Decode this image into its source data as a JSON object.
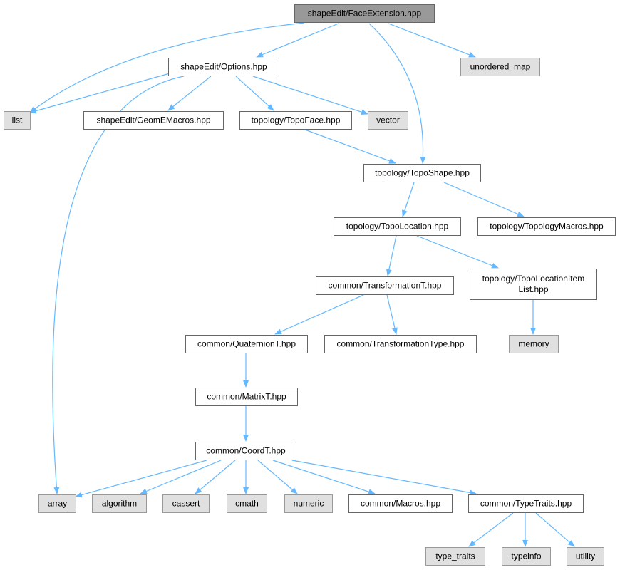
{
  "colors": {
    "edge": "#63b8ff",
    "root_fill": "#999999",
    "root_border": "#666666",
    "documented_fill": "#ffffff",
    "documented_border": "#666666",
    "external_fill": "#e0e0e0",
    "external_border": "#999999"
  },
  "nodes": [
    {
      "id": "face_extension",
      "label": "shapeEdit/FaceExtension.hpp",
      "kind": "root"
    },
    {
      "id": "options",
      "label": "shapeEdit/Options.hpp",
      "kind": "documented"
    },
    {
      "id": "unordered_map",
      "label": "unordered_map",
      "kind": "external"
    },
    {
      "id": "list",
      "label": "list",
      "kind": "external"
    },
    {
      "id": "geome_macros",
      "label": "shapeEdit/GeomEMacros.hpp",
      "kind": "documented"
    },
    {
      "id": "topo_face",
      "label": "topology/TopoFace.hpp",
      "kind": "documented"
    },
    {
      "id": "vector",
      "label": "vector",
      "kind": "external"
    },
    {
      "id": "topo_shape",
      "label": "topology/TopoShape.hpp",
      "kind": "documented"
    },
    {
      "id": "topo_location",
      "label": "topology/TopoLocation.hpp",
      "kind": "documented"
    },
    {
      "id": "topology_macros",
      "label": "topology/TopologyMacros.hpp",
      "kind": "documented"
    },
    {
      "id": "transformation_t",
      "label": "common/TransformationT.hpp",
      "kind": "documented"
    },
    {
      "id": "topo_location_item_list",
      "label": "topology/TopoLocationItem\nList.hpp",
      "kind": "documented"
    },
    {
      "id": "quaternion_t",
      "label": "common/QuaternionT.hpp",
      "kind": "documented"
    },
    {
      "id": "transformation_type",
      "label": "common/TransformationType.hpp",
      "kind": "documented"
    },
    {
      "id": "memory",
      "label": "memory",
      "kind": "external"
    },
    {
      "id": "matrix_t",
      "label": "common/MatrixT.hpp",
      "kind": "documented"
    },
    {
      "id": "coord_t",
      "label": "common/CoordT.hpp",
      "kind": "documented"
    },
    {
      "id": "array",
      "label": "array",
      "kind": "external"
    },
    {
      "id": "algorithm",
      "label": "algorithm",
      "kind": "external"
    },
    {
      "id": "cassert",
      "label": "cassert",
      "kind": "external"
    },
    {
      "id": "cmath",
      "label": "cmath",
      "kind": "external"
    },
    {
      "id": "numeric",
      "label": "numeric",
      "kind": "external"
    },
    {
      "id": "common_macros",
      "label": "common/Macros.hpp",
      "kind": "documented"
    },
    {
      "id": "type_traits_hpp",
      "label": "common/TypeTraits.hpp",
      "kind": "documented"
    },
    {
      "id": "type_traits",
      "label": "type_traits",
      "kind": "external"
    },
    {
      "id": "typeinfo",
      "label": "typeinfo",
      "kind": "external"
    },
    {
      "id": "utility",
      "label": "utility",
      "kind": "external"
    }
  ],
  "edges": [
    [
      "face_extension",
      "list"
    ],
    [
      "face_extension",
      "options"
    ],
    [
      "face_extension",
      "topo_shape"
    ],
    [
      "face_extension",
      "unordered_map"
    ],
    [
      "options",
      "list"
    ],
    [
      "options",
      "array"
    ],
    [
      "options",
      "geome_macros"
    ],
    [
      "options",
      "topo_face"
    ],
    [
      "options",
      "vector"
    ],
    [
      "topo_face",
      "topo_shape"
    ],
    [
      "topo_shape",
      "topo_location"
    ],
    [
      "topo_shape",
      "topology_macros"
    ],
    [
      "topo_location",
      "transformation_t"
    ],
    [
      "topo_location",
      "topo_location_item_list"
    ],
    [
      "topo_location_item_list",
      "memory"
    ],
    [
      "transformation_t",
      "quaternion_t"
    ],
    [
      "transformation_t",
      "transformation_type"
    ],
    [
      "quaternion_t",
      "matrix_t"
    ],
    [
      "matrix_t",
      "coord_t"
    ],
    [
      "coord_t",
      "array"
    ],
    [
      "coord_t",
      "algorithm"
    ],
    [
      "coord_t",
      "cassert"
    ],
    [
      "coord_t",
      "cmath"
    ],
    [
      "coord_t",
      "numeric"
    ],
    [
      "coord_t",
      "common_macros"
    ],
    [
      "coord_t",
      "type_traits_hpp"
    ],
    [
      "type_traits_hpp",
      "type_traits"
    ],
    [
      "type_traits_hpp",
      "typeinfo"
    ],
    [
      "type_traits_hpp",
      "utility"
    ]
  ]
}
